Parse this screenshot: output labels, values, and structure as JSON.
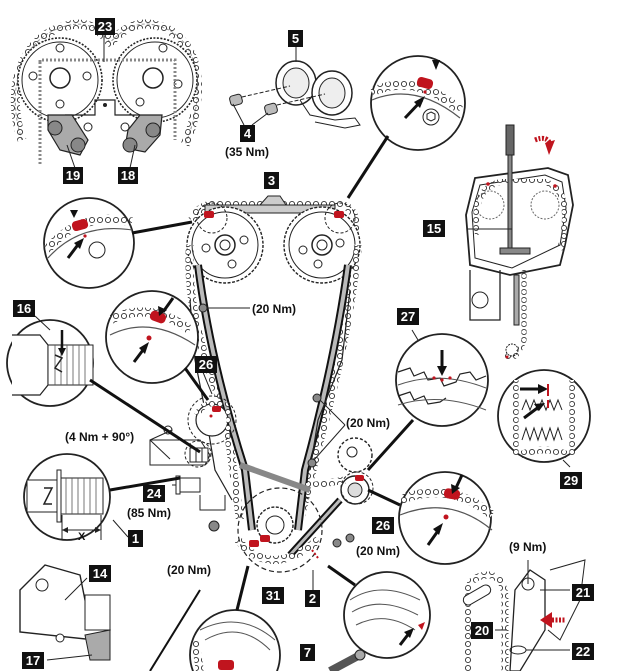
{
  "diagram": {
    "title": "",
    "colors": {
      "ink": "#111111",
      "marker_red": "#c0141e",
      "guide_gray": "#9a9a9a",
      "chain_fill": "#ffffff"
    },
    "callouts": [
      {
        "id": "c23",
        "label": "23"
      },
      {
        "id": "c19",
        "label": "19"
      },
      {
        "id": "c18",
        "label": "18"
      },
      {
        "id": "c5",
        "label": "5"
      },
      {
        "id": "c4",
        "label": "4"
      },
      {
        "id": "c3",
        "label": "3"
      },
      {
        "id": "c15",
        "label": "15"
      },
      {
        "id": "c16",
        "label": "16"
      },
      {
        "id": "c26a",
        "label": "26"
      },
      {
        "id": "c27",
        "label": "27"
      },
      {
        "id": "c29",
        "label": "29"
      },
      {
        "id": "c24",
        "label": "24"
      },
      {
        "id": "c1",
        "label": "1"
      },
      {
        "id": "c26b",
        "label": "26"
      },
      {
        "id": "c14",
        "label": "14"
      },
      {
        "id": "c31",
        "label": "31"
      },
      {
        "id": "c2",
        "label": "2"
      },
      {
        "id": "c7",
        "label": "7"
      },
      {
        "id": "c17",
        "label": "17"
      },
      {
        "id": "c21",
        "label": "21"
      },
      {
        "id": "c20",
        "label": "20"
      },
      {
        "id": "c22",
        "label": "22"
      }
    ],
    "torque_specs": [
      {
        "id": "t4",
        "text": "(35 Nm)"
      },
      {
        "id": "t_guide_upper",
        "text": "(20 Nm)"
      },
      {
        "id": "t_tensioner_bolts",
        "text": "(4 Nm + 90°)"
      },
      {
        "id": "t_guide_right",
        "text": "(20 Nm)"
      },
      {
        "id": "t24",
        "text": "(85 Nm)"
      },
      {
        "id": "t_lower_left",
        "text": "(20 Nm)"
      },
      {
        "id": "t_lower_right",
        "text": "(20 Nm)"
      },
      {
        "id": "t_oilpump",
        "text": "(9 Nm)"
      }
    ],
    "dimension_label": "X"
  }
}
